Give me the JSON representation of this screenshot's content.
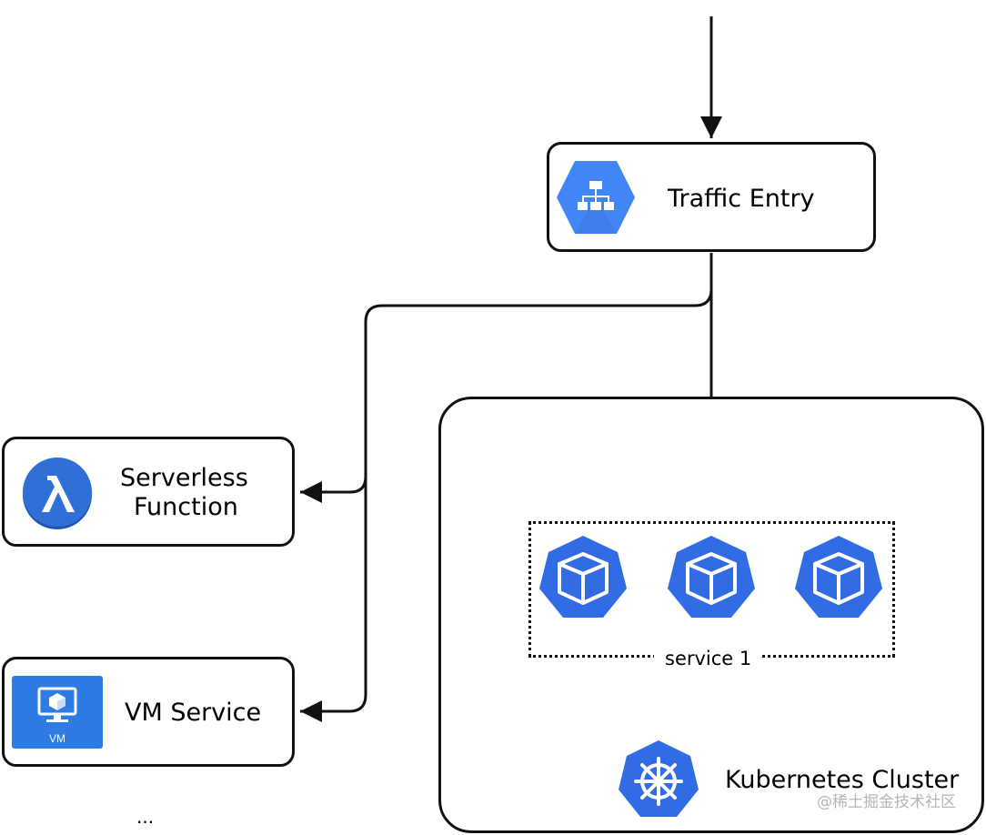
{
  "traffic_entry": {
    "label": "Traffic Entry",
    "icon": "load-balancer-icon"
  },
  "serverless": {
    "line1": "Serverless",
    "line2": "Function",
    "icon": "lambda-icon"
  },
  "vm_service": {
    "label": "VM Service",
    "icon": "vm-icon",
    "icon_text": "VM"
  },
  "more": "...",
  "service_group": {
    "label": "service 1",
    "pods": [
      "pod-cube-icon",
      "pod-cube-icon",
      "pod-cube-icon"
    ]
  },
  "cluster": {
    "label": "Kubernetes Cluster",
    "icon": "kubernetes-helm-icon"
  },
  "watermark": "@稀土掘金技术社区",
  "colors": {
    "gcp_blue": "#4285F4",
    "lambda_blue": "#2F6FD6",
    "vm_blue": "#2D7BE5",
    "k8s_blue": "#326CE5",
    "stroke": "#111111"
  }
}
